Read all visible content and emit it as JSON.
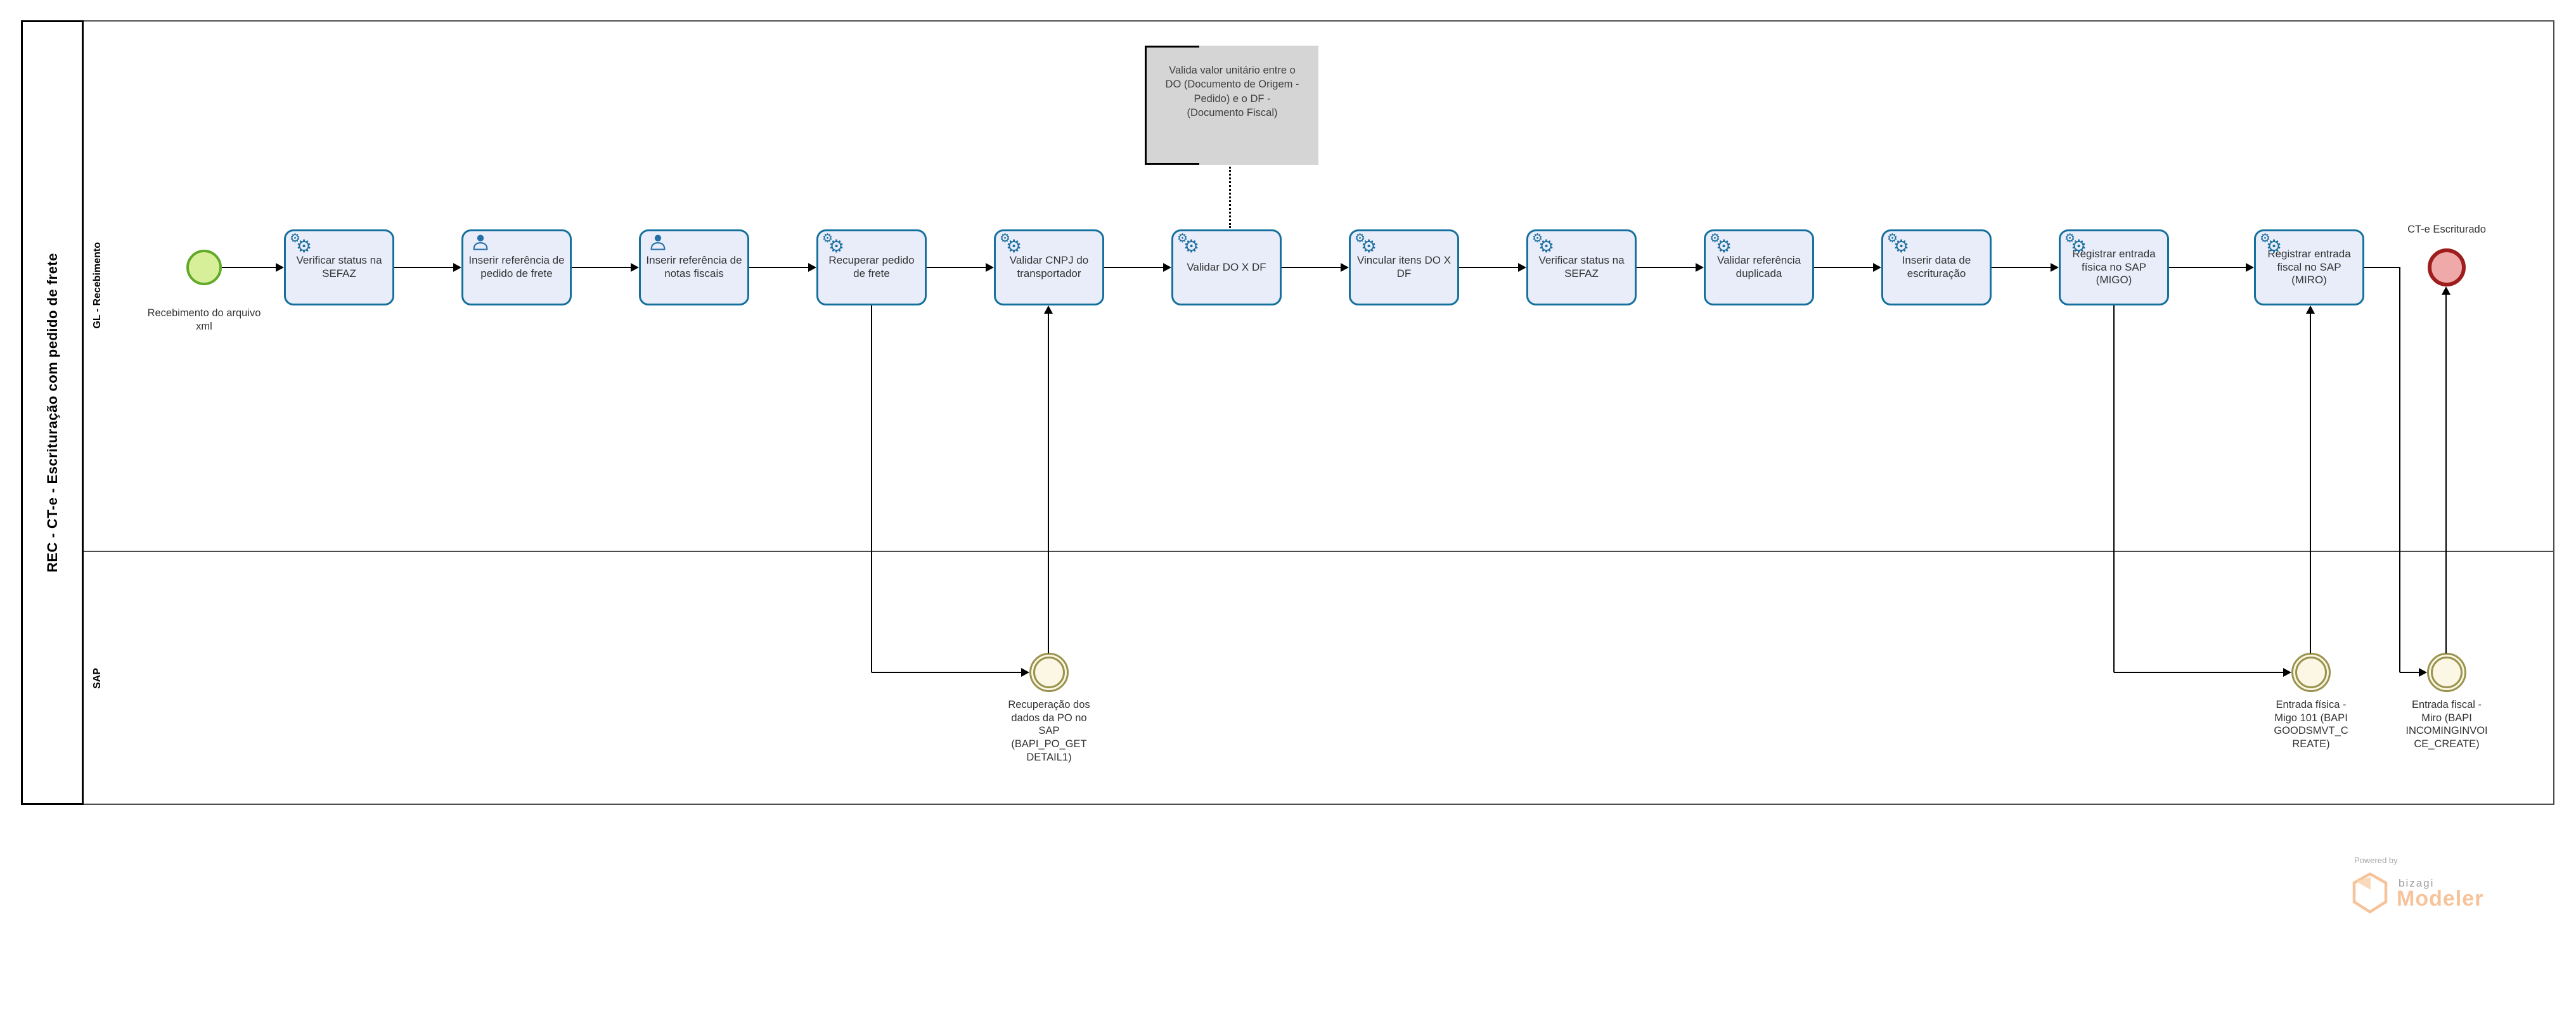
{
  "pool": {
    "title": "REC - CT-e - Escrituração com pedido de frete"
  },
  "lanes": [
    {
      "label": "GL - Recebimento"
    },
    {
      "label": "SAP"
    }
  ],
  "start_event": {
    "label": "Recebimento do arquivo xml"
  },
  "end_event": {
    "label": "CT-e Escriturado"
  },
  "tasks": [
    {
      "label": "Verificar status na SEFAZ",
      "icon": "service-gears"
    },
    {
      "label": "Inserir referência de pedido de frete",
      "icon": "user-person"
    },
    {
      "label": "Inserir referência de notas fiscais",
      "icon": "user-person"
    },
    {
      "label": "Recuperar pedido de frete",
      "icon": "service-gears"
    },
    {
      "label": "Validar CNPJ do transportador",
      "icon": "service-gears"
    },
    {
      "label": "Validar DO X DF",
      "icon": "service-gears"
    },
    {
      "label": "Vincular itens DO X DF",
      "icon": "service-gears"
    },
    {
      "label": "Verificar status na SEFAZ",
      "icon": "service-gears"
    },
    {
      "label": "Validar referência duplicada",
      "icon": "service-gears"
    },
    {
      "label": "Inserir data de escrituração",
      "icon": "service-gears"
    },
    {
      "label": "Registrar entrada física no SAP (MIGO)",
      "icon": "service-gears"
    },
    {
      "label": "Registrar entrada fiscal no SAP (MIRO)",
      "icon": "service-gears"
    }
  ],
  "intermediate_events": [
    {
      "label": "Recuperação dos dados da PO no SAP (BAPI_PO_GETDETAIL1)"
    },
    {
      "label": "Entrada física - Migo 101 (BAPI GOODSMVT_CREATE)"
    },
    {
      "label": "Entrada fiscal - Miro (BAPI INCOMINGINVOICE_CREATE)"
    }
  ],
  "annotation": {
    "text": "Valida valor unitário entre o DO (Documento de Origem - Pedido) e o DF - (Documento Fiscal)"
  },
  "logo": {
    "powered_by": "Powered by",
    "brand": "bizagi",
    "product": "Modeler"
  },
  "colors": {
    "task_border": "#15709d",
    "task_fill": "#e9edfa",
    "icon_blue": "#1d6f9f",
    "start_border": "#61a928",
    "start_fill": "#d7ef98",
    "end_border": "#9e1d1d",
    "end_fill": "#efa9a9",
    "intermediate_border": "#99934d",
    "intermediate_fill": "#fbf7e4",
    "annotation_fill": "#d5d5d5",
    "flow": "#000000",
    "lane_border": "#4d4d4d",
    "logo_orange": "#f6c39a",
    "logo_gray": "#9b9b9b"
  }
}
